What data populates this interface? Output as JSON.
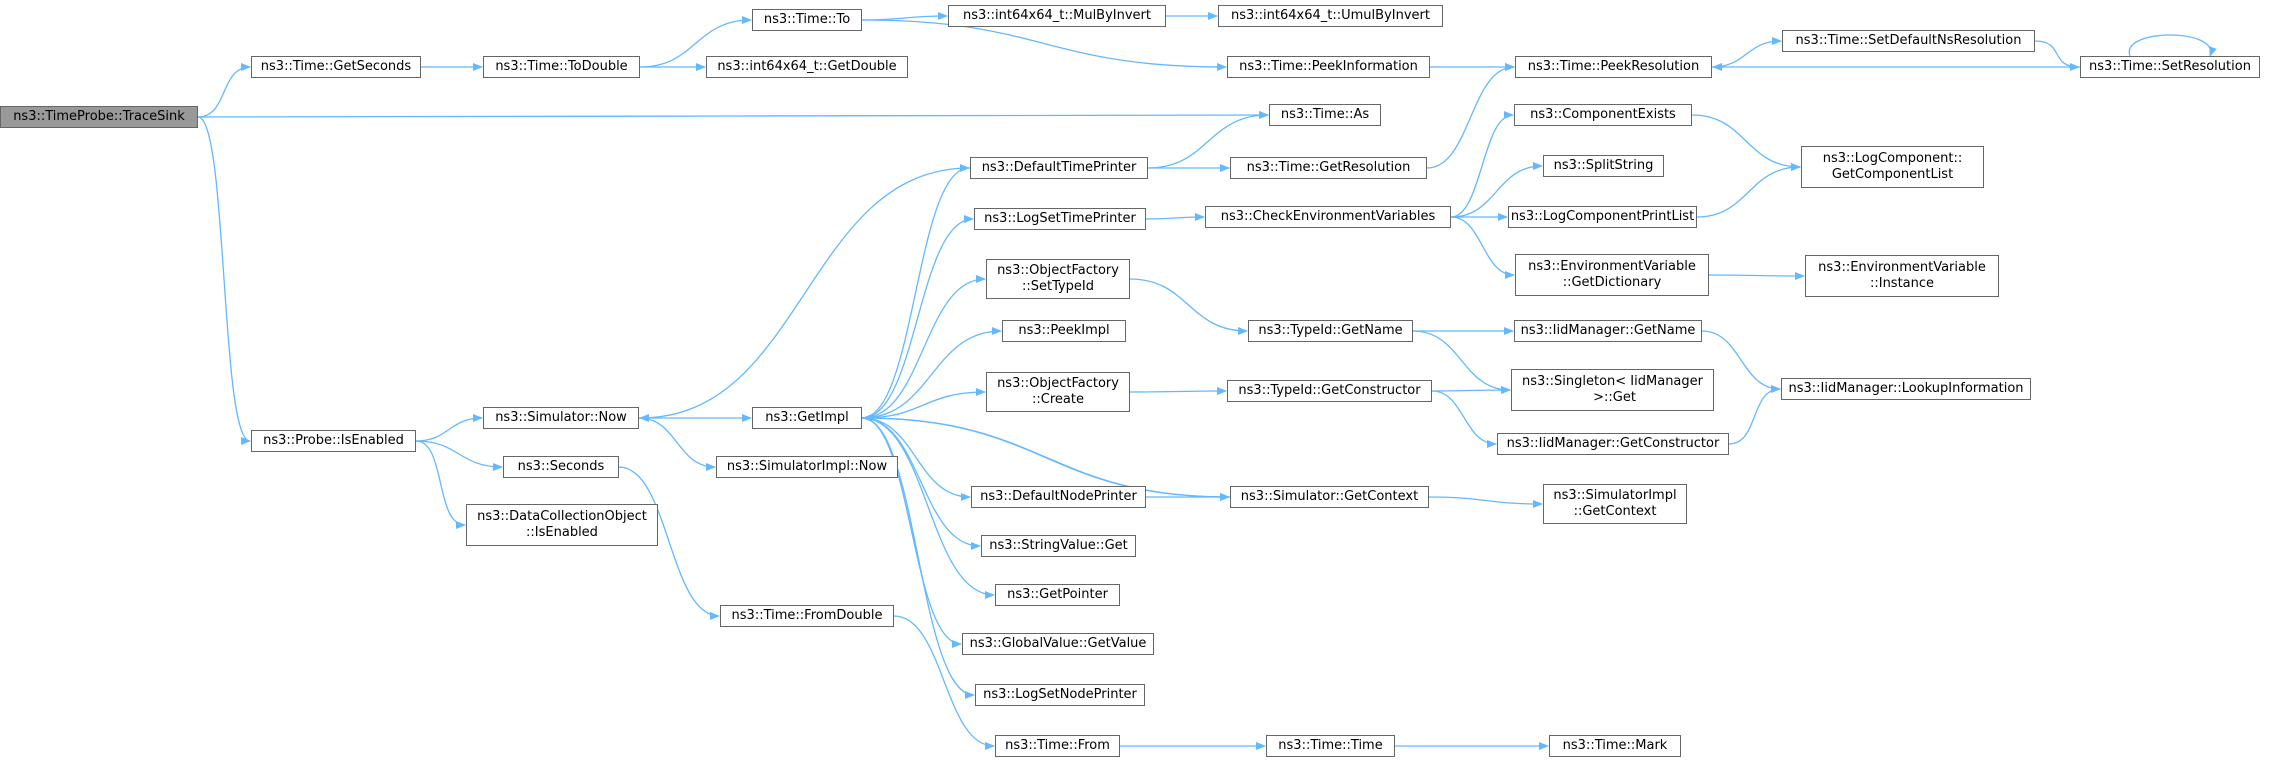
{
  "diagram": {
    "colors": {
      "edge": "#63b8ff",
      "node_border": "#666666",
      "root_fill": "#999999",
      "node_fill": "#ffffff"
    },
    "nodes": {
      "n_tracesink": {
        "label": "ns3::TimeProbe::TraceSink",
        "root": true
      },
      "n_getseconds": {
        "label": "ns3::Time::GetSeconds"
      },
      "n_todouble": {
        "label": "ns3::Time::ToDouble"
      },
      "n_to": {
        "label": "ns3::Time::To"
      },
      "n_mulbyinvert": {
        "label": "ns3::int64x64_t::MulByInvert"
      },
      "n_umulbyinvert": {
        "label": "ns3::int64x64_t::UmulByInvert"
      },
      "n_getdouble": {
        "label": "ns3::int64x64_t::GetDouble"
      },
      "n_peekinformation": {
        "label": "ns3::Time::PeekInformation"
      },
      "n_peekresolution": {
        "label": "ns3::Time::PeekResolution"
      },
      "n_setdefaultns": {
        "label": "ns3::Time::SetDefaultNsResolution"
      },
      "n_setresolution": {
        "label": "ns3::Time::SetResolution"
      },
      "n_as": {
        "label": "ns3::Time::As"
      },
      "n_defaulttimeprinter": {
        "label": "ns3::DefaultTimePrinter"
      },
      "n_getresolution": {
        "label": "ns3::Time::GetResolution"
      },
      "n_componentexists": {
        "label": "ns3::ComponentExists"
      },
      "n_getcomponentlist": {
        "label": "ns3::LogComponent::\nGetComponentList"
      },
      "n_splitstring": {
        "label": "ns3::SplitString"
      },
      "n_logsettimeprinter": {
        "label": "ns3::LogSetTimePrinter"
      },
      "n_checkenv": {
        "label": "ns3::CheckEnvironmentVariables"
      },
      "n_logcomponentprintlist": {
        "label": "ns3::LogComponentPrintList"
      },
      "n_envgetdictionary": {
        "label": "ns3::EnvironmentVariable\n::GetDictionary"
      },
      "n_envinstance": {
        "label": "ns3::EnvironmentVariable\n::Instance"
      },
      "n_settypeid": {
        "label": "ns3::ObjectFactory\n::SetTypeId"
      },
      "n_typeidgetname": {
        "label": "ns3::TypeId::GetName"
      },
      "n_iidgetname": {
        "label": "ns3::IidManager::GetName"
      },
      "n_peekimpl": {
        "label": "ns3::PeekImpl"
      },
      "n_singletonget": {
        "label": "ns3::Singleton< IidManager\n >::Get"
      },
      "n_lookupinformation": {
        "label": "ns3::IidManager::LookupInformation"
      },
      "n_probeisenabled": {
        "label": "ns3::Probe::IsEnabled"
      },
      "n_simnow": {
        "label": "ns3::Simulator::Now"
      },
      "n_getimpl": {
        "label": "ns3::GetImpl"
      },
      "n_ofcreate": {
        "label": "ns3::ObjectFactory\n::Create"
      },
      "n_getconstructor": {
        "label": "ns3::TypeId::GetConstructor"
      },
      "n_iidgetconstructor": {
        "label": "ns3::IidManager::GetConstructor"
      },
      "n_simimplnow": {
        "label": "ns3::SimulatorImpl::Now"
      },
      "n_seconds": {
        "label": "ns3::Seconds"
      },
      "n_dcoisenabled": {
        "label": "ns3::DataCollectionObject\n::IsEnabled"
      },
      "n_defaultnodeprinter": {
        "label": "ns3::DefaultNodePrinter"
      },
      "n_simgetcontext": {
        "label": "ns3::Simulator::GetContext"
      },
      "n_simimplgetcontext": {
        "label": "ns3::SimulatorImpl\n::GetContext"
      },
      "n_stringvalueget": {
        "label": "ns3::StringValue::Get"
      },
      "n_getpointer": {
        "label": "ns3::GetPointer"
      },
      "n_globalvalueget": {
        "label": "ns3::GlobalValue::GetValue"
      },
      "n_fromdouble": {
        "label": "ns3::Time::FromDouble"
      },
      "n_logsetnodeprinter": {
        "label": "ns3::LogSetNodePrinter"
      },
      "n_from": {
        "label": "ns3::Time::From"
      },
      "n_timetime": {
        "label": "ns3::Time::Time"
      },
      "n_mark": {
        "label": "ns3::Time::Mark"
      }
    },
    "edges": [
      [
        "n_tracesink",
        "n_getseconds"
      ],
      [
        "n_tracesink",
        "n_as"
      ],
      [
        "n_tracesink",
        "n_probeisenabled"
      ],
      [
        "n_getseconds",
        "n_todouble"
      ],
      [
        "n_todouble",
        "n_to"
      ],
      [
        "n_todouble",
        "n_getdouble"
      ],
      [
        "n_to",
        "n_mulbyinvert"
      ],
      [
        "n_mulbyinvert",
        "n_umulbyinvert"
      ],
      [
        "n_to",
        "n_peekinformation"
      ],
      [
        "n_peekinformation",
        "n_peekresolution"
      ],
      [
        "n_peekresolution",
        "n_setdefaultns"
      ],
      [
        "n_setdefaultns",
        "n_setresolution"
      ],
      [
        "n_setresolution",
        "n_peekresolution"
      ],
      [
        "n_setresolution",
        "n_setresolution"
      ],
      [
        "n_defaulttimeprinter",
        "n_as"
      ],
      [
        "n_defaulttimeprinter",
        "n_getresolution"
      ],
      [
        "n_defaulttimeprinter",
        "n_simnow"
      ],
      [
        "n_getresolution",
        "n_peekresolution"
      ],
      [
        "n_logsettimeprinter",
        "n_checkenv"
      ],
      [
        "n_checkenv",
        "n_componentexists"
      ],
      [
        "n_checkenv",
        "n_splitstring"
      ],
      [
        "n_checkenv",
        "n_logcomponentprintlist"
      ],
      [
        "n_checkenv",
        "n_envgetdictionary"
      ],
      [
        "n_componentexists",
        "n_getcomponentlist"
      ],
      [
        "n_logcomponentprintlist",
        "n_getcomponentlist"
      ],
      [
        "n_envgetdictionary",
        "n_envinstance"
      ],
      [
        "n_settypeid",
        "n_typeidgetname"
      ],
      [
        "n_typeidgetname",
        "n_iidgetname"
      ],
      [
        "n_typeidgetname",
        "n_singletonget"
      ],
      [
        "n_iidgetname",
        "n_lookupinformation"
      ],
      [
        "n_iidgetconstructor",
        "n_lookupinformation"
      ],
      [
        "n_ofcreate",
        "n_getconstructor"
      ],
      [
        "n_getconstructor",
        "n_singletonget"
      ],
      [
        "n_getconstructor",
        "n_iidgetconstructor"
      ],
      [
        "n_probeisenabled",
        "n_simnow"
      ],
      [
        "n_probeisenabled",
        "n_seconds"
      ],
      [
        "n_probeisenabled",
        "n_dcoisenabled"
      ],
      [
        "n_simnow",
        "n_getimpl"
      ],
      [
        "n_simnow",
        "n_simimplnow"
      ],
      [
        "n_getimpl",
        "n_defaulttimeprinter"
      ],
      [
        "n_getimpl",
        "n_logsettimeprinter"
      ],
      [
        "n_getimpl",
        "n_settypeid"
      ],
      [
        "n_getimpl",
        "n_peekimpl"
      ],
      [
        "n_getimpl",
        "n_ofcreate"
      ],
      [
        "n_getimpl",
        "n_defaultnodeprinter"
      ],
      [
        "n_getimpl",
        "n_simgetcontext"
      ],
      [
        "n_getimpl",
        "n_stringvalueget"
      ],
      [
        "n_getimpl",
        "n_getpointer"
      ],
      [
        "n_getimpl",
        "n_globalvalueget"
      ],
      [
        "n_getimpl",
        "n_logsetnodeprinter"
      ],
      [
        "n_simgetcontext",
        "n_getimpl"
      ],
      [
        "n_simgetcontext",
        "n_simimplgetcontext"
      ],
      [
        "n_defaultnodeprinter",
        "n_simgetcontext"
      ],
      [
        "n_seconds",
        "n_fromdouble"
      ],
      [
        "n_fromdouble",
        "n_from"
      ],
      [
        "n_from",
        "n_timetime"
      ],
      [
        "n_timetime",
        "n_mark"
      ]
    ]
  }
}
